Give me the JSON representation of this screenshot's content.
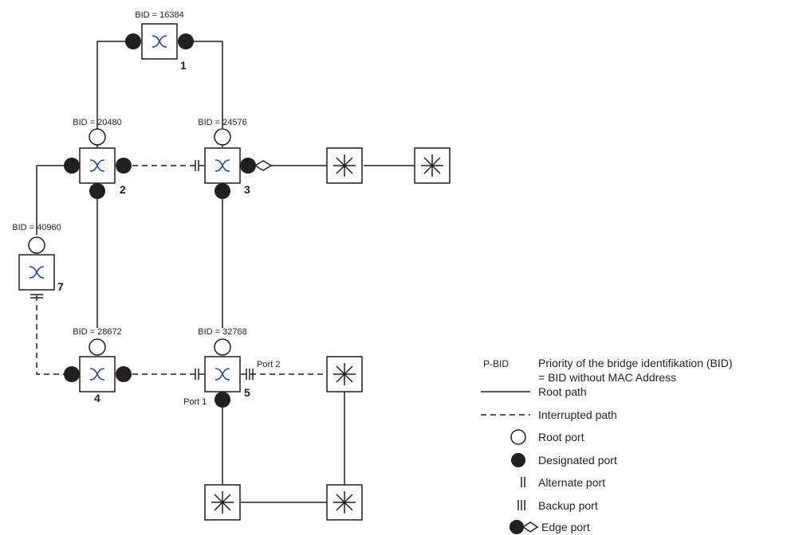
{
  "bridges": [
    {
      "id": "1",
      "bid_label": "BID = 16384",
      "number": "1"
    },
    {
      "id": "2",
      "bid_label": "BID = 20480",
      "number": "2"
    },
    {
      "id": "3",
      "bid_label": "BID = 24576",
      "number": "3"
    },
    {
      "id": "7",
      "bid_label": "BID = 40960",
      "number": "7"
    },
    {
      "id": "4",
      "bid_label": "BID = 28672",
      "number": "4"
    },
    {
      "id": "5",
      "bid_label": "BID = 32768",
      "number": "5"
    }
  ],
  "port_labels": {
    "port2": "Port 2",
    "port1": "Port 1"
  },
  "legend": {
    "pbid_key": "P-BID",
    "pbid_line1": "Priority of the bridge identifikation (BID)",
    "pbid_line2": "= BID without MAC Address",
    "root_path": "Root path",
    "interrupted_path": "Interrupted path",
    "root_port": "Root port",
    "designated_port": "Designated port",
    "alternate_port": "Alternate port",
    "backup_port": "Backup port",
    "edge_port": "Edge port"
  },
  "colors": {
    "line": "#231f20",
    "bridge_glyph": "#2b4a9b"
  },
  "icons": {
    "bridge": "bridge-crossover-icon",
    "end_device": "asterisk-device-icon"
  }
}
